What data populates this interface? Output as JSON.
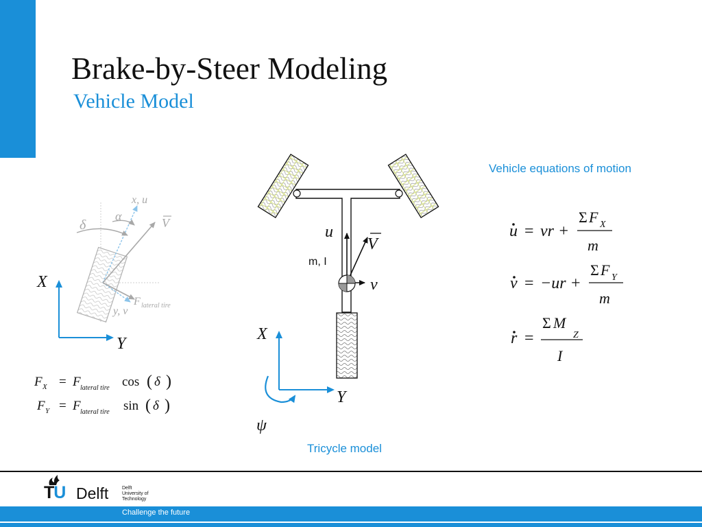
{
  "slide": {
    "title": "Brake-by-Steer Modeling",
    "subtitle": "Vehicle Model"
  },
  "captions": {
    "equations_heading": "Vehicle equations of motion",
    "tricycle": "Tricycle model",
    "mass_inertia": "m, I"
  },
  "left_figure": {
    "labels": {
      "x_u": "x, u",
      "alpha": "α",
      "delta": "δ",
      "V": "V",
      "F_main": "F",
      "F_sub": "lateral tire",
      "y_v": "y, v",
      "X": "X",
      "Y": "Y"
    },
    "formulas": {
      "fx_lhs": "F",
      "fx_lhs_sub": "X",
      "fy_lhs": "F",
      "fy_lhs_sub": "Y",
      "eq": "=",
      "rhs": "F",
      "rhs_sub": "lateral tire",
      "cos": "cos",
      "sin": "sin",
      "arg": "δ"
    }
  },
  "tricycle_figure": {
    "labels": {
      "u": "u",
      "V": "V",
      "v": "v",
      "X": "X",
      "Y": "Y",
      "psi": "ψ"
    }
  },
  "equations": {
    "u_lhs": "u",
    "v_lhs": "v",
    "r_lhs": "r",
    "eq": "=",
    "u_rhs": "vr +",
    "v_rhs": "−ur +",
    "sum": "Σ",
    "F": "F",
    "M": "M",
    "sub_X": "X",
    "sub_Y": "Y",
    "sub_Z": "Z",
    "m": "m",
    "I": "I"
  },
  "footer": {
    "logo_tu_t": "T",
    "logo_tu_u": "U",
    "logo_delft": "Delft",
    "logo_sub_1": "Delft",
    "logo_sub_2": "University of",
    "logo_sub_3": "Technology",
    "tagline": "Challenge the future"
  },
  "colors": {
    "accent": "#1a8fd8",
    "tire_hatch": "#c8d84a",
    "grey_diagram": "#a8a8a8"
  }
}
